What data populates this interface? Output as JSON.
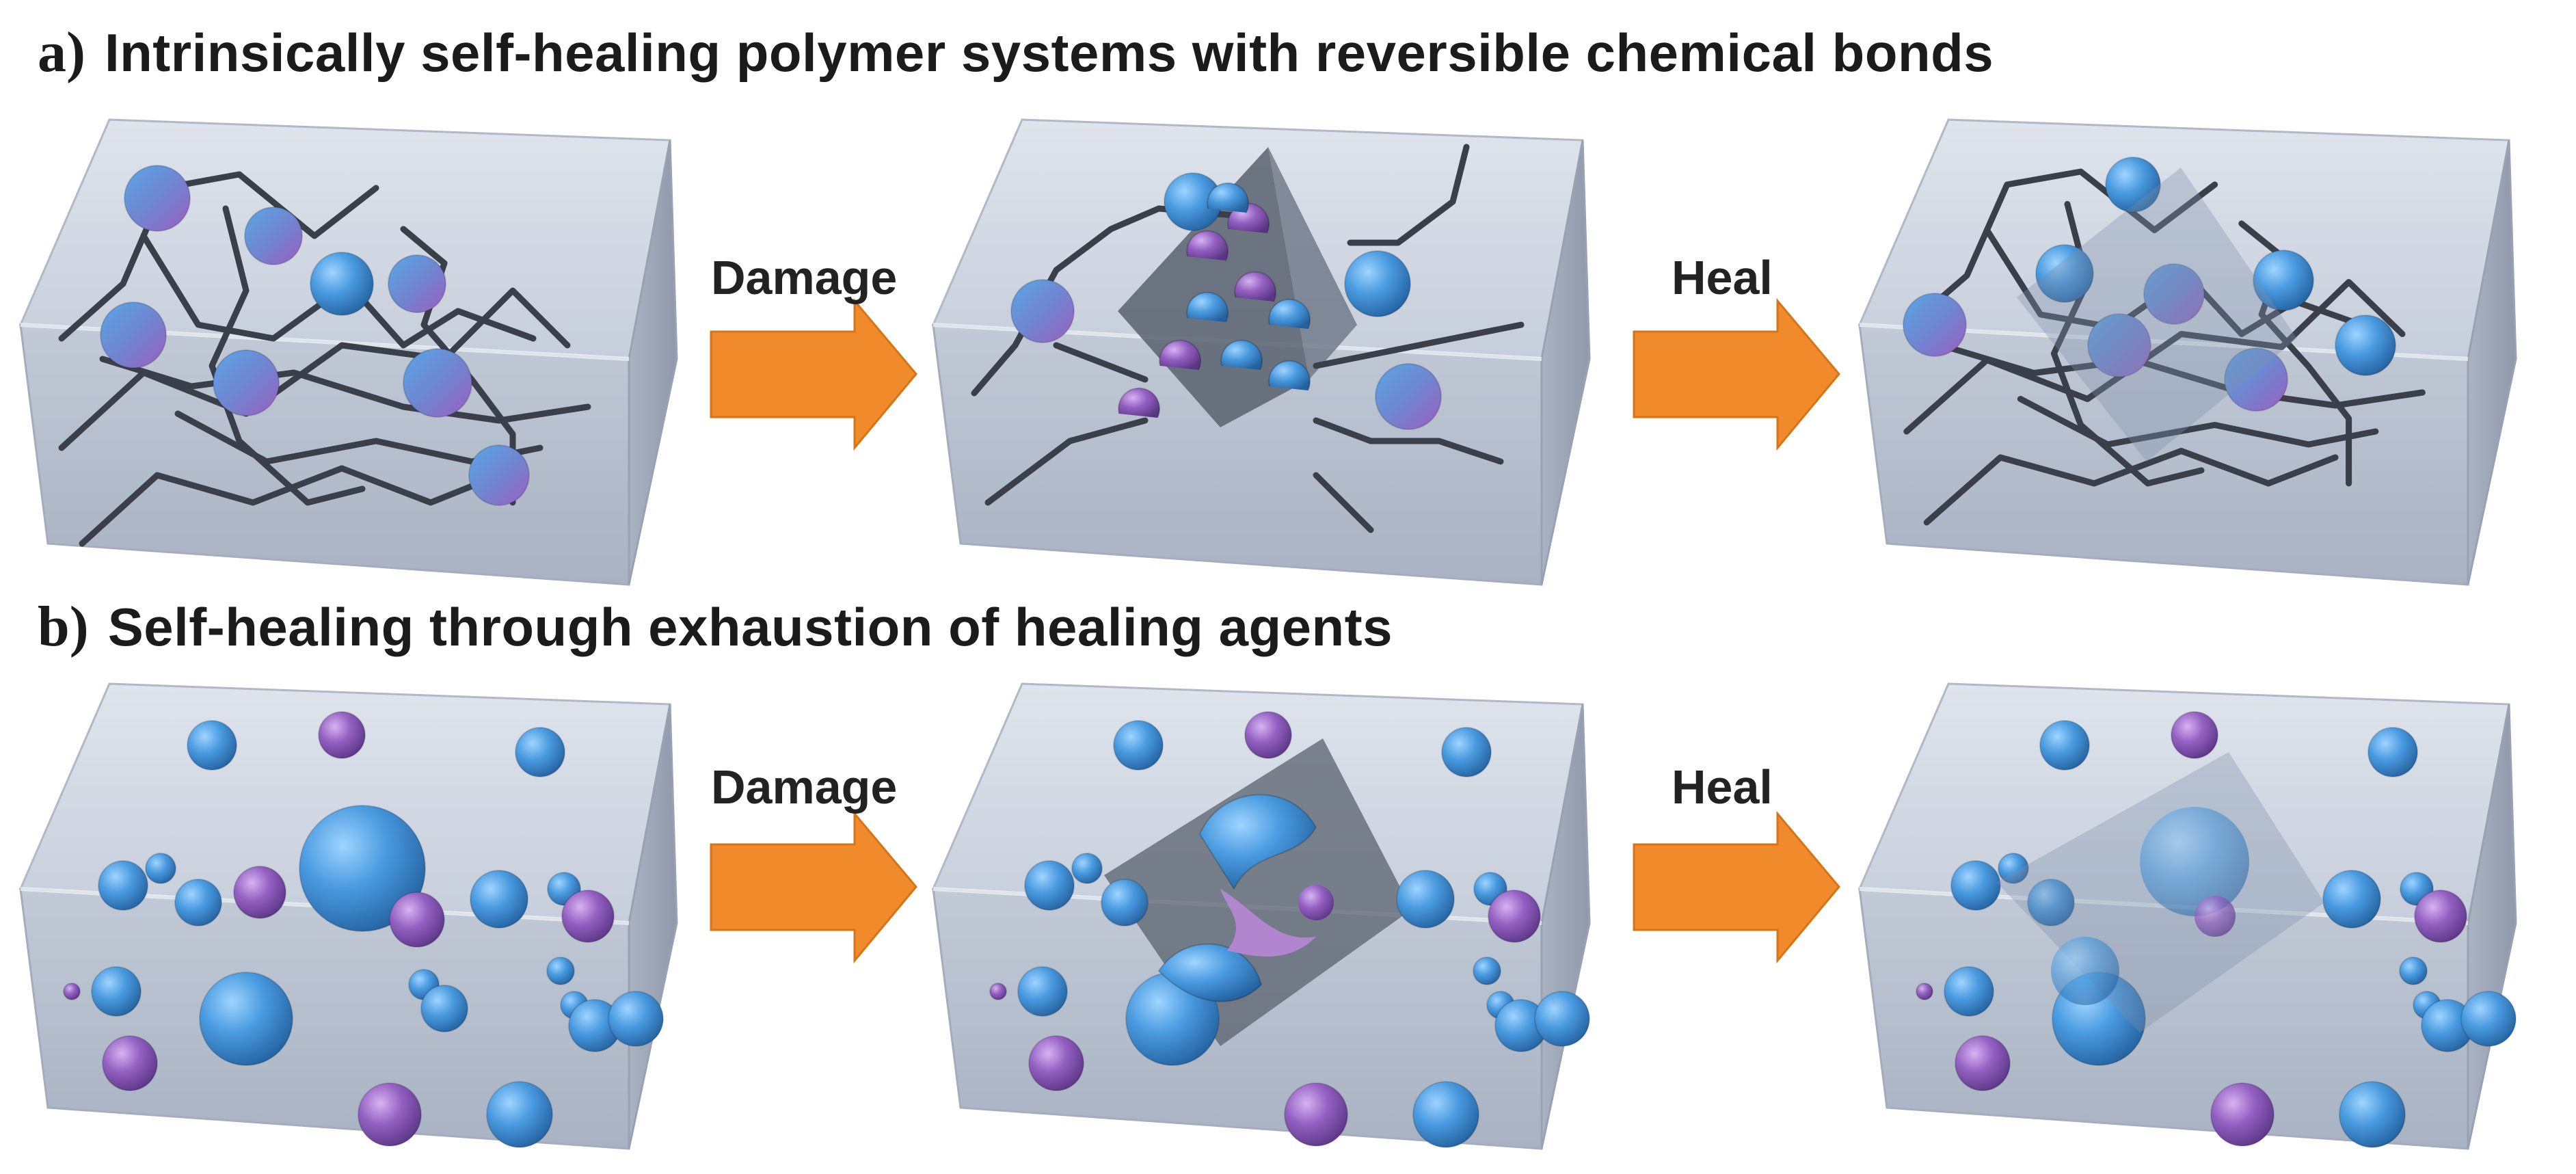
{
  "rows": [
    {
      "letter": "a)",
      "title": "Intrinsically self-healing polymer systems with reversible chemical bonds",
      "step1": "Damage",
      "step2": "Heal"
    },
    {
      "letter": "b)",
      "title": "Self-healing through exhaustion of healing agents",
      "step1": "Damage",
      "step2": "Heal"
    }
  ],
  "colors": {
    "block_top": "#cfd6e2",
    "block_front": "#b7c0cf",
    "block_side": "#9ea8b8",
    "sphere_blue": "#3f8fd6",
    "sphere_purple": "#8d5cb8",
    "chain": "#3a3f4a",
    "arrow": "#f08a2a",
    "crack": "#4f5866"
  }
}
